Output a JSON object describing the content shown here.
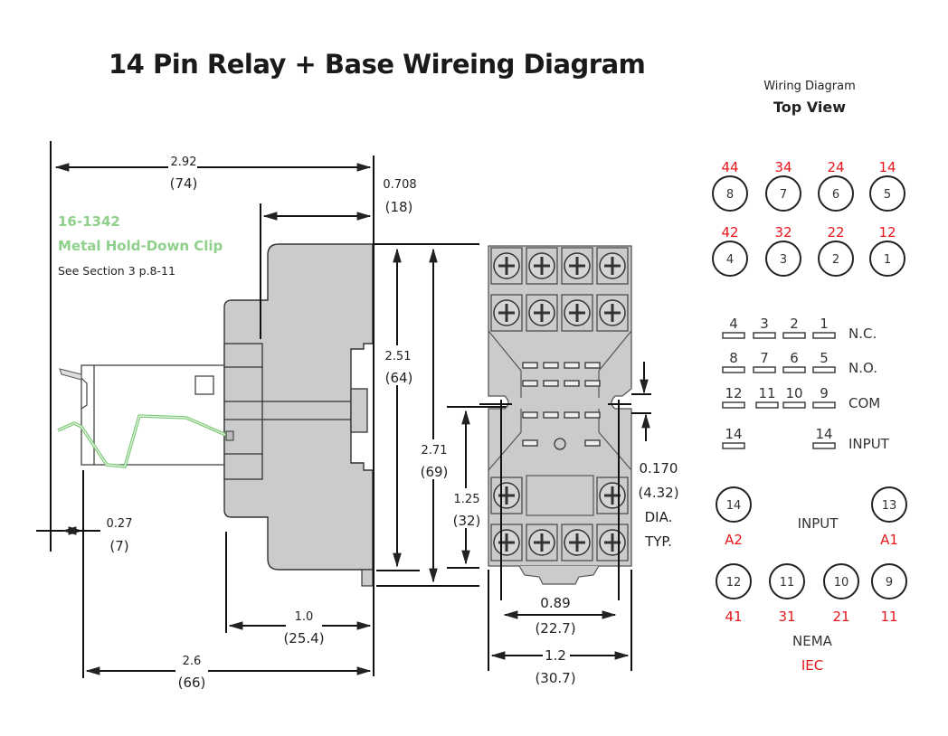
{
  "title": "14 Pin Relay + Base Wireing Diagram",
  "clip": {
    "part_number": "16-1342",
    "name": "Metal Hold-Down Clip",
    "reference": "See Section 3 p.8-11"
  },
  "colors": {
    "relay_body": "#c9ccca",
    "outline": "#333333",
    "clip_green": "#7bc874",
    "label_green": "#8fd08a",
    "iec_red": "#e8161b"
  },
  "dimensions": {
    "overall_length": {
      "in": "2.92",
      "mm": "(74)"
    },
    "clip_offset": {
      "in": "0.708",
      "mm": "(18)"
    },
    "relay_height": {
      "in": "2.51",
      "mm": "(64)"
    },
    "base_height": {
      "in": "2.71",
      "mm": "(69)"
    },
    "mount_spacing": {
      "in": "1.25",
      "mm": "(32)"
    },
    "hole_dia": {
      "in": "0.170",
      "mm": "(4.32)",
      "note1": "DIA.",
      "note2": "TYP."
    },
    "clip_overhang": {
      "in": "0.27",
      "mm": "(7)"
    },
    "base_depth": {
      "in": "1.0",
      "mm": "(25.4)"
    },
    "relay_length": {
      "in": "2.6",
      "mm": "(66)"
    },
    "hole_pitch": {
      "in": "0.89",
      "mm": "(22.7)"
    },
    "base_width": {
      "in": "1.2",
      "mm": "(30.7)"
    }
  },
  "wiring": {
    "label": "Wiring Diagram",
    "view": "Top View",
    "top_rows": [
      [
        {
          "pin": "8",
          "iec": "44"
        },
        {
          "pin": "7",
          "iec": "34"
        },
        {
          "pin": "6",
          "iec": "24"
        },
        {
          "pin": "5",
          "iec": "14"
        }
      ],
      [
        {
          "pin": "4",
          "iec": "42"
        },
        {
          "pin": "3",
          "iec": "32"
        },
        {
          "pin": "2",
          "iec": "22"
        },
        {
          "pin": "1",
          "iec": "12"
        }
      ]
    ],
    "contacts": [
      {
        "pins": [
          "4",
          "3",
          "2",
          "1"
        ],
        "label": "N.C."
      },
      {
        "pins": [
          "8",
          "7",
          "6",
          "5"
        ],
        "label": "N.O."
      },
      {
        "pins": [
          "12",
          "11",
          "10",
          "9"
        ],
        "label": "COM"
      },
      {
        "pins": [
          "14",
          "",
          "",
          "14"
        ],
        "label": "INPUT"
      }
    ],
    "input": {
      "label": "INPUT",
      "left": {
        "pin": "14",
        "iec": "A2"
      },
      "right": {
        "pin": "13",
        "iec": "A1"
      }
    },
    "bottom_row": [
      {
        "pin": "12",
        "iec": "41"
      },
      {
        "pin": "11",
        "iec": "31"
      },
      {
        "pin": "10",
        "iec": "21"
      },
      {
        "pin": "9",
        "iec": "11"
      }
    ],
    "legend_nema": "NEMA",
    "legend_iec": "IEC"
  }
}
